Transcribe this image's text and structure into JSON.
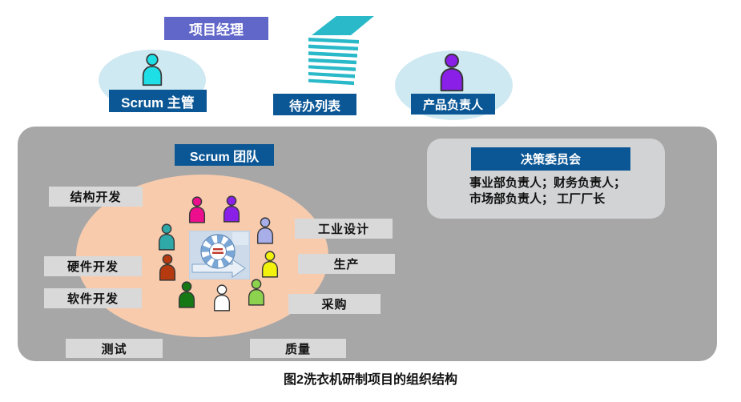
{
  "header": {
    "project_manager_label": "项目经理",
    "scrum_master_label": "Scrum 主管",
    "backlog_label": "待办列表",
    "product_owner_label": "产品负责人"
  },
  "persons": {
    "scrum_master_color": "#1EDFE6",
    "product_owner_color": "#8A1FE8"
  },
  "panel": {
    "team_title": "Scrum 团队",
    "roles": [
      "结构开发",
      "工业设计",
      "硬件开发",
      "生产",
      "软件开发",
      "采购",
      "测试",
      "质量"
    ],
    "members": [
      {
        "name": "member-magenta",
        "color": "#EC0E8D"
      },
      {
        "name": "member-purple",
        "color": "#8A1FE8"
      },
      {
        "name": "member-teal",
        "color": "#2FA8A8"
      },
      {
        "name": "member-lavender",
        "color": "#A8AEE8"
      },
      {
        "name": "member-brick",
        "color": "#B53A10"
      },
      {
        "name": "member-yellow",
        "color": "#F2F20D"
      },
      {
        "name": "member-darkgreen",
        "color": "#157815"
      },
      {
        "name": "member-white",
        "color": "#FFFFFF"
      },
      {
        "name": "member-lightgreen",
        "color": "#8CD24E"
      }
    ],
    "committee": {
      "title": "决策委员会",
      "members_line1": "事业部负责人；财务负责人；",
      "members_line2": "市场部负责人； 工厂厂长"
    }
  },
  "caption": "图2洗衣机研制项目的组织结构",
  "colors": {
    "navy_label": "#0B5795",
    "periwinkle_label": "#6166C9",
    "panel_gray": "#A7A7A7",
    "role_label_gray": "#D9D9D9",
    "committee_gray": "#D2D3D5",
    "halo_blue": "#CFE9F2",
    "team_peach": "#F8CBAD",
    "backlog_teal": "#29B9C9"
  }
}
